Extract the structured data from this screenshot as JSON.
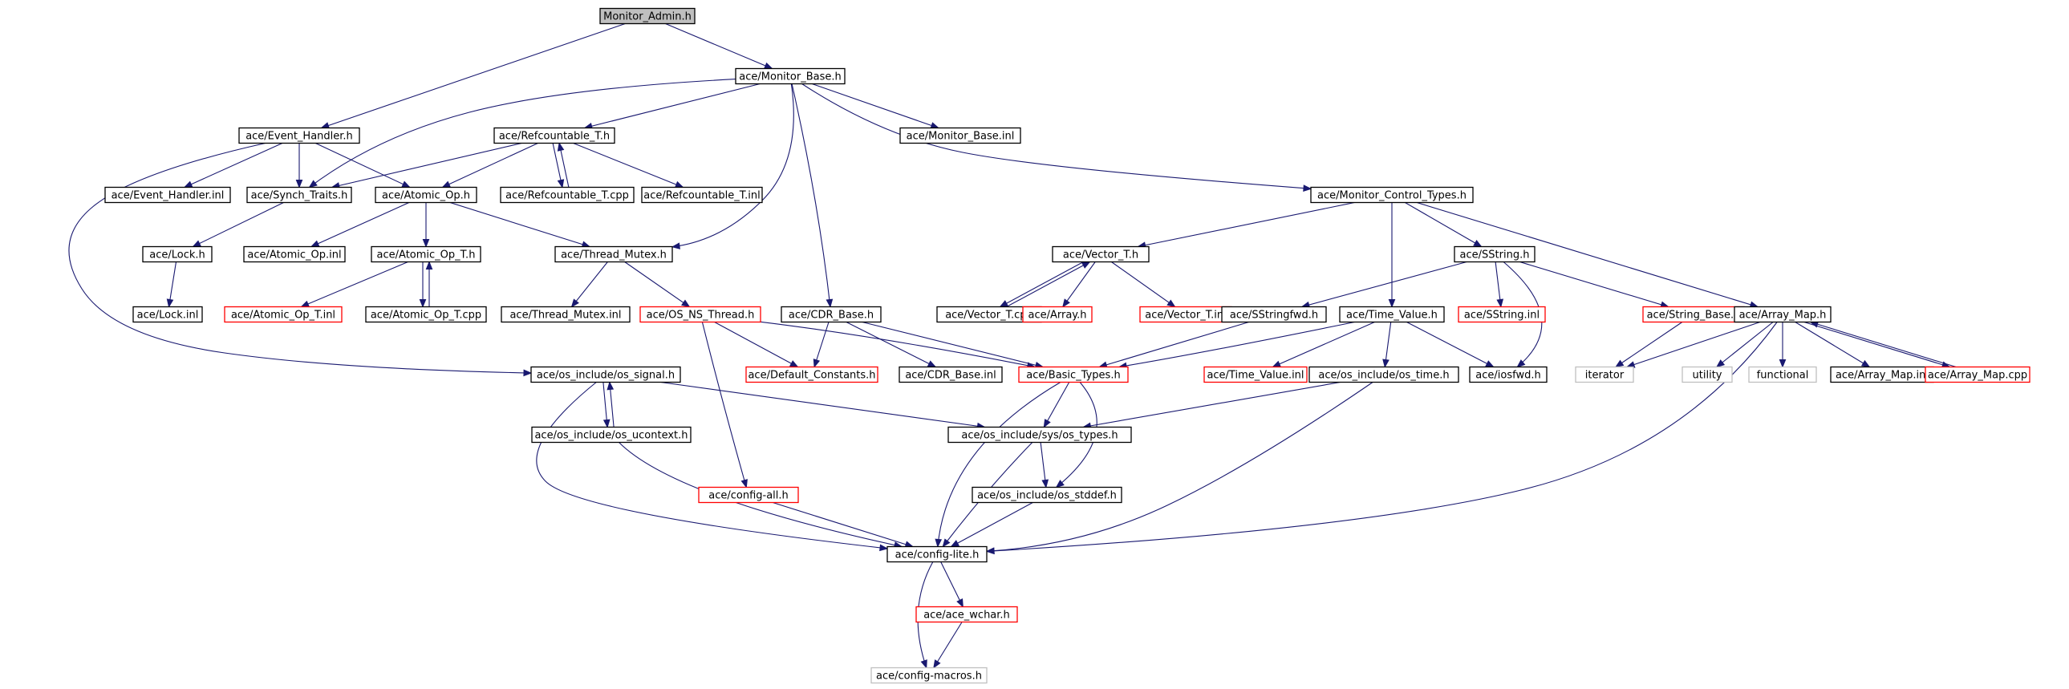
{
  "graph": {
    "root": "Monitor_Admin.h",
    "colors": {
      "edge": "#191970",
      "root_fill": "#bfbfbf",
      "normal_border": "#000000",
      "external_border": "#ff0000",
      "system_border": "#bfbfbf"
    },
    "nodes": [
      {
        "id": "monitor_admin",
        "label": "Monitor_Admin.h",
        "kind": "root"
      },
      {
        "id": "monitor_base",
        "label": "ace/Monitor_Base.h",
        "kind": "normal"
      },
      {
        "id": "event_handler",
        "label": "ace/Event_Handler.h",
        "kind": "normal"
      },
      {
        "id": "refcountable",
        "label": "ace/Refcountable_T.h",
        "kind": "normal"
      },
      {
        "id": "monitor_base_inl",
        "label": "ace/Monitor_Base.inl",
        "kind": "normal"
      },
      {
        "id": "event_handler_inl",
        "label": "ace/Event_Handler.inl",
        "kind": "normal"
      },
      {
        "id": "synch_traits",
        "label": "ace/Synch_Traits.h",
        "kind": "normal"
      },
      {
        "id": "atomic_op",
        "label": "ace/Atomic_Op.h",
        "kind": "normal"
      },
      {
        "id": "refcountable_cpp",
        "label": "ace/Refcountable_T.cpp",
        "kind": "normal"
      },
      {
        "id": "refcountable_inl",
        "label": "ace/Refcountable_T.inl",
        "kind": "normal"
      },
      {
        "id": "monitor_control_types",
        "label": "ace/Monitor_Control_Types.h",
        "kind": "normal"
      },
      {
        "id": "lock",
        "label": "ace/Lock.h",
        "kind": "normal"
      },
      {
        "id": "atomic_op_inl",
        "label": "ace/Atomic_Op.inl",
        "kind": "normal"
      },
      {
        "id": "atomic_op_t",
        "label": "ace/Atomic_Op_T.h",
        "kind": "normal"
      },
      {
        "id": "thread_mutex",
        "label": "ace/Thread_Mutex.h",
        "kind": "normal"
      },
      {
        "id": "vector_t",
        "label": "ace/Vector_T.h",
        "kind": "normal"
      },
      {
        "id": "sstring",
        "label": "ace/SString.h",
        "kind": "normal"
      },
      {
        "id": "lock_inl",
        "label": "ace/Lock.inl",
        "kind": "normal"
      },
      {
        "id": "atomic_op_t_inl",
        "label": "ace/Atomic_Op_T.inl",
        "kind": "external"
      },
      {
        "id": "atomic_op_t_cpp",
        "label": "ace/Atomic_Op_T.cpp",
        "kind": "normal"
      },
      {
        "id": "thread_mutex_inl",
        "label": "ace/Thread_Mutex.inl",
        "kind": "normal"
      },
      {
        "id": "os_ns_thread",
        "label": "ace/OS_NS_Thread.h",
        "kind": "external"
      },
      {
        "id": "cdr_base",
        "label": "ace/CDR_Base.h",
        "kind": "normal"
      },
      {
        "id": "vector_t_cpp",
        "label": "ace/Vector_T.cpp",
        "kind": "normal"
      },
      {
        "id": "array",
        "label": "ace/Array.h",
        "kind": "external"
      },
      {
        "id": "vector_t_inl",
        "label": "ace/Vector_T.inl",
        "kind": "external"
      },
      {
        "id": "sstringfwd",
        "label": "ace/SStringfwd.h",
        "kind": "normal"
      },
      {
        "id": "time_value",
        "label": "ace/Time_Value.h",
        "kind": "normal"
      },
      {
        "id": "sstring_inl",
        "label": "ace/SString.inl",
        "kind": "external"
      },
      {
        "id": "string_base",
        "label": "ace/String_Base.h",
        "kind": "external"
      },
      {
        "id": "array_map",
        "label": "ace/Array_Map.h",
        "kind": "normal"
      },
      {
        "id": "os_signal",
        "label": "ace/os_include/os_signal.h",
        "kind": "normal"
      },
      {
        "id": "default_constants",
        "label": "ace/Default_Constants.h",
        "kind": "external"
      },
      {
        "id": "cdr_base_inl",
        "label": "ace/CDR_Base.inl",
        "kind": "normal"
      },
      {
        "id": "basic_types",
        "label": "ace/Basic_Types.h",
        "kind": "external"
      },
      {
        "id": "time_value_inl",
        "label": "ace/Time_Value.inl",
        "kind": "external"
      },
      {
        "id": "os_time",
        "label": "ace/os_include/os_time.h",
        "kind": "normal"
      },
      {
        "id": "iosfwd",
        "label": "ace/iosfwd.h",
        "kind": "normal"
      },
      {
        "id": "iterator",
        "label": "iterator",
        "kind": "system"
      },
      {
        "id": "utility",
        "label": "utility",
        "kind": "system"
      },
      {
        "id": "functional",
        "label": "functional",
        "kind": "system"
      },
      {
        "id": "array_map_inl",
        "label": "ace/Array_Map.inl",
        "kind": "normal"
      },
      {
        "id": "array_map_cpp",
        "label": "ace/Array_Map.cpp",
        "kind": "external"
      },
      {
        "id": "os_ucontext",
        "label": "ace/os_include/os_ucontext.h",
        "kind": "normal"
      },
      {
        "id": "os_types",
        "label": "ace/os_include/sys/os_types.h",
        "kind": "normal"
      },
      {
        "id": "config_all",
        "label": "ace/config-all.h",
        "kind": "external"
      },
      {
        "id": "os_stddef",
        "label": "ace/os_include/os_stddef.h",
        "kind": "normal"
      },
      {
        "id": "config_lite",
        "label": "ace/config-lite.h",
        "kind": "normal"
      },
      {
        "id": "ace_wchar",
        "label": "ace/ace_wchar.h",
        "kind": "external"
      },
      {
        "id": "config_macros",
        "label": "ace/config-macros.h",
        "kind": "system"
      }
    ],
    "edges": [
      [
        "monitor_admin",
        "event_handler"
      ],
      [
        "monitor_admin",
        "monitor_base"
      ],
      [
        "monitor_base",
        "refcountable"
      ],
      [
        "monitor_base",
        "synch_traits"
      ],
      [
        "monitor_base",
        "thread_mutex"
      ],
      [
        "monitor_base",
        "cdr_base"
      ],
      [
        "monitor_base",
        "monitor_base_inl"
      ],
      [
        "monitor_base",
        "monitor_control_types"
      ],
      [
        "event_handler",
        "event_handler_inl"
      ],
      [
        "event_handler",
        "synch_traits"
      ],
      [
        "event_handler",
        "atomic_op"
      ],
      [
        "event_handler",
        "os_signal"
      ],
      [
        "refcountable",
        "synch_traits"
      ],
      [
        "refcountable",
        "atomic_op"
      ],
      [
        "refcountable",
        "refcountable_cpp"
      ],
      [
        "refcountable",
        "refcountable_inl"
      ],
      [
        "refcountable_cpp",
        "refcountable"
      ],
      [
        "synch_traits",
        "lock"
      ],
      [
        "lock",
        "lock_inl"
      ],
      [
        "atomic_op",
        "atomic_op_inl"
      ],
      [
        "atomic_op",
        "atomic_op_t"
      ],
      [
        "atomic_op",
        "thread_mutex"
      ],
      [
        "atomic_op_t",
        "atomic_op_t_inl"
      ],
      [
        "atomic_op_t",
        "atomic_op_t_cpp"
      ],
      [
        "atomic_op_t_cpp",
        "atomic_op_t"
      ],
      [
        "thread_mutex",
        "thread_mutex_inl"
      ],
      [
        "thread_mutex",
        "os_ns_thread"
      ],
      [
        "os_ns_thread",
        "default_constants"
      ],
      [
        "os_ns_thread",
        "basic_types"
      ],
      [
        "os_ns_thread",
        "config_all"
      ],
      [
        "cdr_base",
        "default_constants"
      ],
      [
        "cdr_base",
        "cdr_base_inl"
      ],
      [
        "cdr_base",
        "basic_types"
      ],
      [
        "monitor_control_types",
        "vector_t"
      ],
      [
        "monitor_control_types",
        "sstring"
      ],
      [
        "monitor_control_types",
        "time_value"
      ],
      [
        "monitor_control_types",
        "array_map"
      ],
      [
        "vector_t",
        "vector_t_cpp"
      ],
      [
        "vector_t",
        "array"
      ],
      [
        "vector_t",
        "vector_t_inl"
      ],
      [
        "vector_t_cpp",
        "vector_t"
      ],
      [
        "sstring",
        "sstringfwd"
      ],
      [
        "sstring",
        "sstring_inl"
      ],
      [
        "sstring",
        "string_base"
      ],
      [
        "sstring",
        "iosfwd"
      ],
      [
        "sstringfwd",
        "basic_types"
      ],
      [
        "time_value",
        "basic_types"
      ],
      [
        "time_value",
        "time_value_inl"
      ],
      [
        "time_value",
        "os_time"
      ],
      [
        "time_value",
        "iosfwd"
      ],
      [
        "string_base",
        "iterator"
      ],
      [
        "array_map",
        "iterator"
      ],
      [
        "array_map",
        "utility"
      ],
      [
        "array_map",
        "functional"
      ],
      [
        "array_map",
        "array_map_inl"
      ],
      [
        "array_map",
        "array_map_cpp"
      ],
      [
        "array_map",
        "config_lite"
      ],
      [
        "array_map_cpp",
        "array_map"
      ],
      [
        "os_signal",
        "os_ucontext"
      ],
      [
        "os_signal",
        "os_types"
      ],
      [
        "os_signal",
        "config_lite"
      ],
      [
        "os_ucontext",
        "os_signal"
      ],
      [
        "os_ucontext",
        "config_lite"
      ],
      [
        "basic_types",
        "os_types"
      ],
      [
        "basic_types",
        "os_stddef"
      ],
      [
        "basic_types",
        "config_lite"
      ],
      [
        "os_time",
        "os_types"
      ],
      [
        "os_time",
        "config_lite"
      ],
      [
        "os_types",
        "os_stddef"
      ],
      [
        "os_types",
        "config_lite"
      ],
      [
        "os_stddef",
        "config_lite"
      ],
      [
        "config_all",
        "config_lite"
      ],
      [
        "config_lite",
        "ace_wchar"
      ],
      [
        "config_lite",
        "config_macros"
      ],
      [
        "ace_wchar",
        "config_macros"
      ]
    ]
  }
}
